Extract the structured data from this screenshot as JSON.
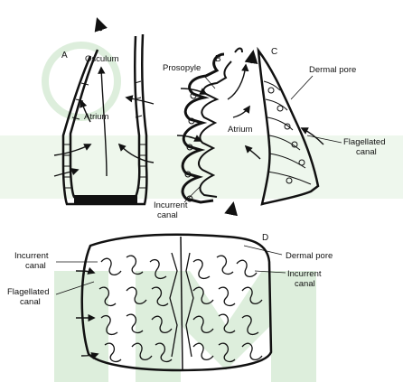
{
  "panels": {
    "a": "A",
    "b": "B",
    "c": "C",
    "d": "D"
  },
  "labels": {
    "osculum": "Osculum",
    "atrium_a": "Atrium",
    "prosopyle": "Prosopyle",
    "atrium_b": "Atrium",
    "incurrent_canal_b_line1": "Incurrent",
    "incurrent_canal_b_line2": "canal",
    "dermal_pore_c": "Dermal pore",
    "flagellated_canal_c_line1": "Flagellated",
    "flagellated_canal_c_line2": "canal",
    "incurrent_canal_d_left_line1": "Incurrent",
    "incurrent_canal_d_left_line2": "canal",
    "flagellated_canal_d_line1": "Flagellated",
    "flagellated_canal_d_line2": "canal",
    "dermal_pore_d": "Dermal pore",
    "incurrent_canal_d_right_line1": "Incurrent",
    "incurrent_canal_d_right_line2": "canal"
  },
  "colors": {
    "ink": "#111111",
    "watermark": "#9fcf9a",
    "background": "#ffffff"
  }
}
